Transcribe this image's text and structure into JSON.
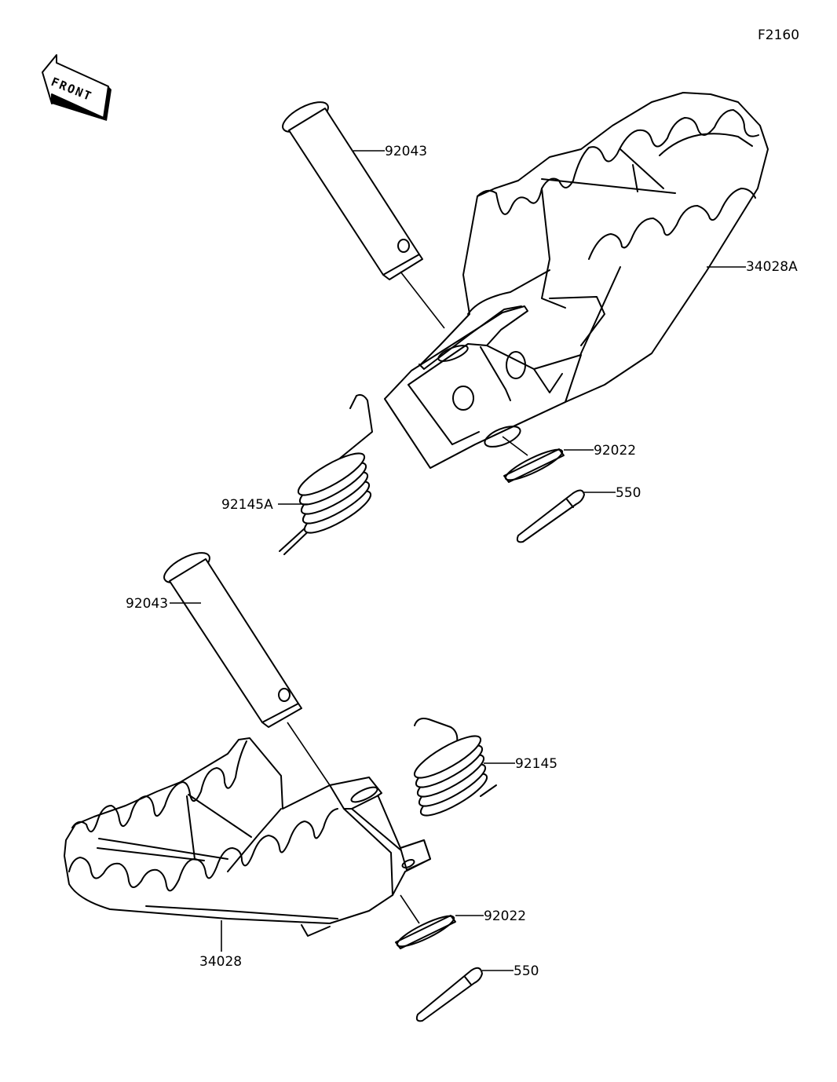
{
  "figure_code": "F2160",
  "front_label": "FRONT",
  "labels": {
    "pin_upper": "92043",
    "footpeg_right": "34028A",
    "washer_upper": "92022",
    "cotter_upper": "550",
    "spring_upper": "92145A",
    "pin_lower": "92043",
    "spring_lower": "92145",
    "washer_lower": "92022",
    "cotter_lower": "550",
    "footpeg_left": "34028"
  }
}
